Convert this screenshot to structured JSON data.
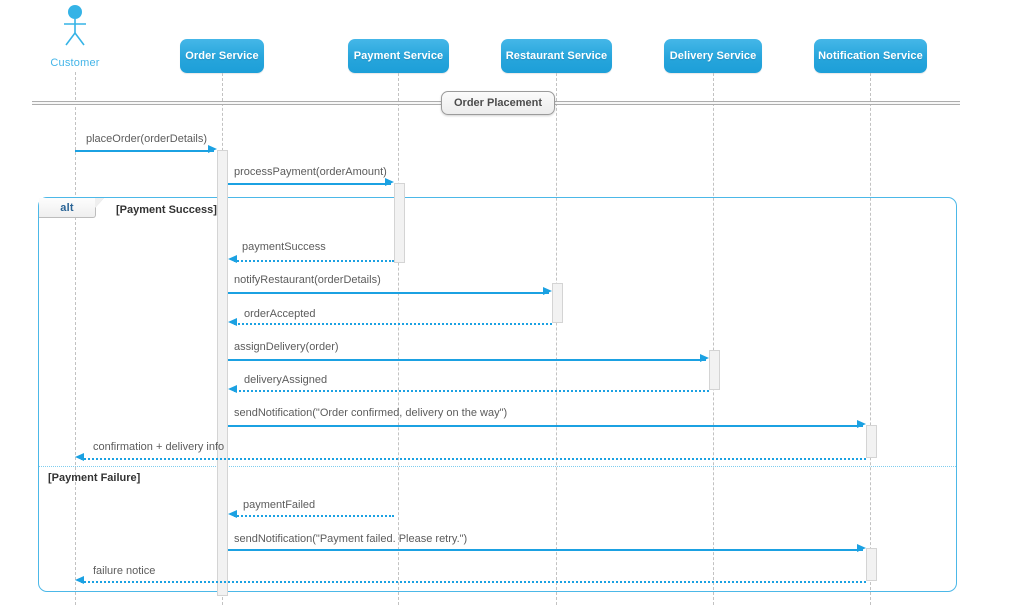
{
  "diagram": {
    "type": "uml-sequence-diagram",
    "title": "Order Placement",
    "colors": {
      "participant_fill": "#27a5dc",
      "message_line": "#1ba1e2",
      "fragment_border": "#4cb8e8",
      "actor": "#44b5e8",
      "activation_fill": "#f2f2f2",
      "label_text": "#5c5c5c"
    }
  },
  "actor": {
    "name": "actor-customer",
    "label": "Customer"
  },
  "participants": [
    {
      "id": "order",
      "label": "Order Service"
    },
    {
      "id": "payment",
      "label": "Payment Service"
    },
    {
      "id": "restaurant",
      "label": "Restaurant Service"
    },
    {
      "id": "delivery",
      "label": "Delivery Service"
    },
    {
      "id": "notification",
      "label": "Notification Service"
    }
  ],
  "fragment": {
    "operator": "alt",
    "guards": [
      {
        "id": "success",
        "label": "[Payment Success]"
      },
      {
        "id": "failure",
        "label": "[Payment Failure]"
      }
    ]
  },
  "messages": [
    {
      "id": "m1",
      "label": "placeOrder(orderDetails)",
      "from": "customer",
      "to": "order",
      "kind": "call"
    },
    {
      "id": "m2",
      "label": "processPayment(orderAmount)",
      "from": "order",
      "to": "payment",
      "kind": "call"
    },
    {
      "id": "m3",
      "label": "paymentSuccess",
      "from": "payment",
      "to": "order",
      "kind": "return"
    },
    {
      "id": "m4",
      "label": "notifyRestaurant(orderDetails)",
      "from": "order",
      "to": "restaurant",
      "kind": "call"
    },
    {
      "id": "m5",
      "label": "orderAccepted",
      "from": "restaurant",
      "to": "order",
      "kind": "return"
    },
    {
      "id": "m6",
      "label": "assignDelivery(order)",
      "from": "order",
      "to": "delivery",
      "kind": "call"
    },
    {
      "id": "m7",
      "label": "deliveryAssigned",
      "from": "delivery",
      "to": "order",
      "kind": "return"
    },
    {
      "id": "m8",
      "label": "sendNotification(\"Order confirmed, delivery on the way\")",
      "from": "order",
      "to": "notification",
      "kind": "call"
    },
    {
      "id": "m9",
      "label": "confirmation + delivery info",
      "from": "notification",
      "to": "customer",
      "kind": "return"
    },
    {
      "id": "m10",
      "label": "paymentFailed",
      "from": "payment",
      "to": "order",
      "kind": "return"
    },
    {
      "id": "m11",
      "label": "sendNotification(\"Payment failed. Please retry.\")",
      "from": "order",
      "to": "notification",
      "kind": "call"
    },
    {
      "id": "m12",
      "label": "failure notice",
      "from": "notification",
      "to": "customer",
      "kind": "return"
    }
  ]
}
